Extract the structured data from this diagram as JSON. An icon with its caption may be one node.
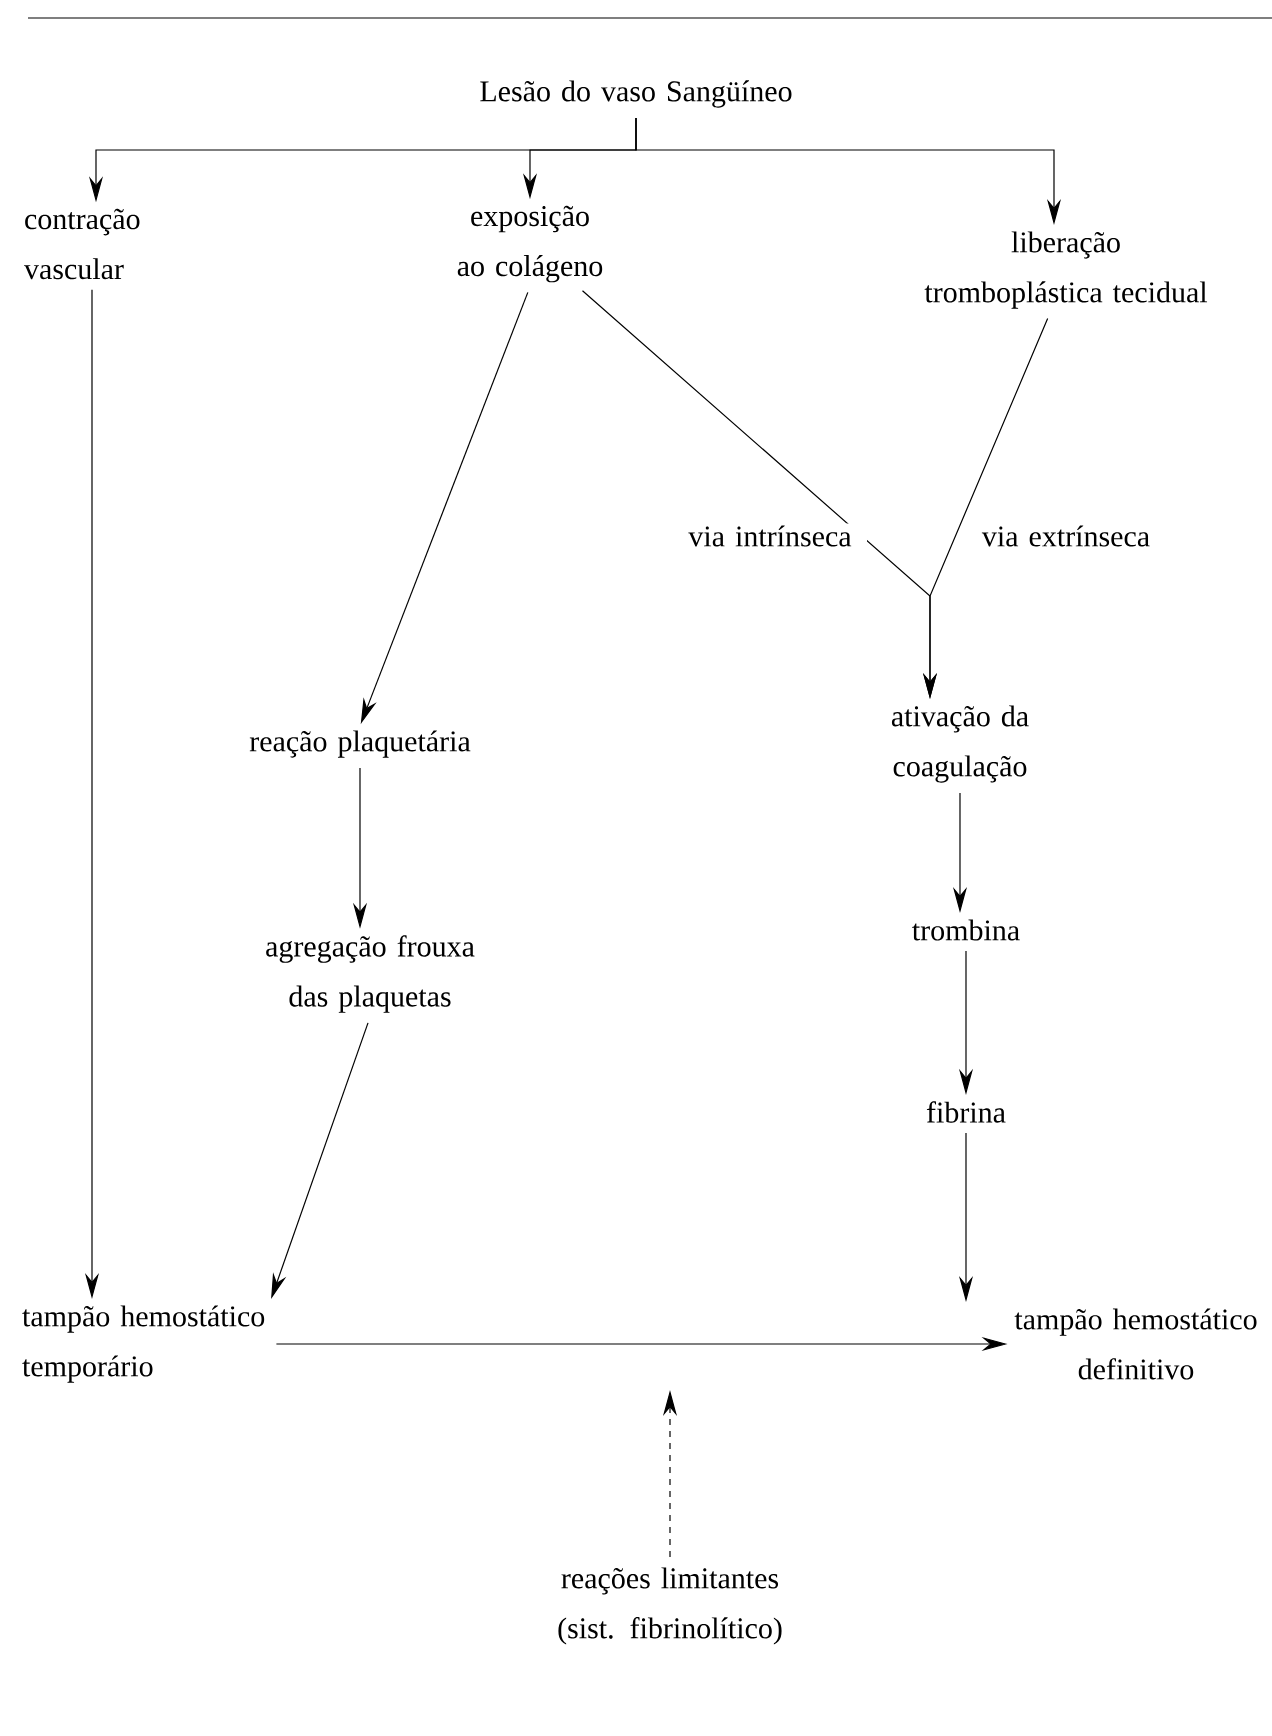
{
  "diagram": {
    "nodes": [
      {
        "text": [
          "Lesão do vaso Sangüíneo"
        ]
      },
      {
        "text": [
          "contração vascular"
        ]
      },
      {
        "text": [
          "exposição ao colágeno"
        ]
      },
      {
        "text": [
          "liberação tromboplástica tecidual"
        ]
      },
      {
        "text": [
          "reação plaquetária"
        ]
      },
      {
        "text": [
          "agregação frouxa das plaquetas"
        ]
      },
      {
        "text": [
          "ativação da coagulação"
        ]
      },
      {
        "text": [
          "trombina"
        ]
      },
      {
        "text": [
          "fibrina"
        ]
      },
      {
        "text": [
          "tampão hemostático temporário"
        ]
      },
      {
        "text": [
          "tampão hemostático definitivo"
        ]
      },
      {
        "text": [
          "reações limitantes (sist. fibrinolítico)"
        ]
      }
    ],
    "edges": [
      {
        "from": 0,
        "to": 1,
        "arrow": "to"
      },
      {
        "from": 0,
        "to": 2,
        "arrow": "to"
      },
      {
        "from": 0,
        "to": 3,
        "arrow": "to"
      },
      {
        "from": 1,
        "to": 9,
        "arrow": "to"
      },
      {
        "from": 2,
        "to": 4,
        "arrow": "to"
      },
      {
        "from": 2,
        "to": 6,
        "arrow": "to",
        "label": "via intrínseca"
      },
      {
        "from": 3,
        "to": 6,
        "arrow": "to",
        "label": "via extrínseca"
      },
      {
        "from": 4,
        "to": 5,
        "arrow": "to"
      },
      {
        "from": 5,
        "to": 9,
        "arrow": "to"
      },
      {
        "from": 6,
        "to": 7,
        "arrow": "to"
      },
      {
        "from": 7,
        "to": 8,
        "arrow": "to"
      },
      {
        "from": 8,
        "to": 10,
        "arrow": "to"
      },
      {
        "from": 9,
        "to": 10,
        "arrow": "to"
      },
      {
        "from": 11,
        "to": null,
        "arrow": "to",
        "style": "dashed"
      }
    ]
  }
}
